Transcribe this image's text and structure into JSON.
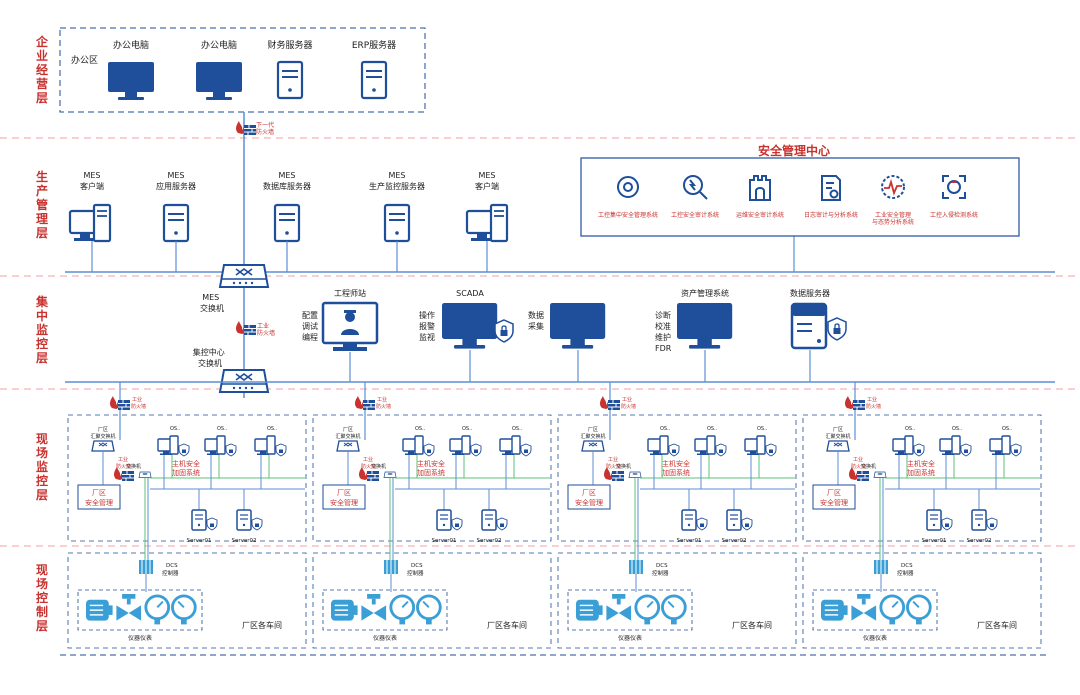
{
  "layers": [
    "企业经营层",
    "生产管理层",
    "集中监控层",
    "现场监控层",
    "现场控制层"
  ],
  "enterprise": {
    "office_label": "办公区",
    "devices": [
      "办公电脑",
      "办公电脑",
      "财务服务器",
      "ERP服务器"
    ],
    "firewall_label": "下一代防火墙"
  },
  "production": {
    "devices": [
      {
        "line1": "MES",
        "line2": "客户端"
      },
      {
        "line1": "MES",
        "line2": "应用服务器"
      },
      {
        "line1": "MES",
        "line2": "数据库服务器"
      },
      {
        "line1": "MES",
        "line2": "生产监控服务器"
      },
      {
        "line1": "MES",
        "line2": "客户端"
      }
    ]
  },
  "security_center": {
    "title": "安全管理中心",
    "items": [
      {
        "line1": "工控集中安全管理系统",
        "line2": ""
      },
      {
        "line1": "工控安全审计系统",
        "line2": ""
      },
      {
        "line1": "运维安全审计系统",
        "line2": ""
      },
      {
        "line1": "日志审计与分析系统",
        "line2": ""
      },
      {
        "line1": "工业安全管理",
        "line2": "与态势分析系统"
      },
      {
        "line1": "工控入侵检测系统",
        "line2": ""
      }
    ]
  },
  "monitoring": {
    "mes_switch": {
      "line1": "MES",
      "line2": "交换机"
    },
    "central_switch": {
      "line1": "集控中心",
      "line2": "交换机"
    },
    "industrial_firewall": "工业防火墙",
    "engineer": {
      "title": "工程师站",
      "tasks": [
        "配置",
        "调试",
        "编程"
      ]
    },
    "scada": {
      "title": "SCADA",
      "tasks": [
        "操作",
        "报警",
        "监视"
      ]
    },
    "data_collect": {
      "tasks": [
        "数据",
        "采集"
      ]
    },
    "asset": {
      "title": "资产管理系统",
      "tasks": [
        "诊断",
        "校准",
        "维护",
        "FDR"
      ]
    },
    "data_server": {
      "title": "数据服务器"
    }
  },
  "site": {
    "aggregation_switch": {
      "line1": "厂区",
      "line2": "汇聚交换机"
    },
    "industrial_firewall": {
      "line1": "工业",
      "line2": "防火墙"
    },
    "switch": "交换机",
    "os_label": "OS..",
    "host_security": {
      "line1": "主机安全",
      "line2": "加固系统"
    },
    "site_security": {
      "line1": "厂区",
      "line2": "安全管理"
    },
    "servers": [
      "Server01",
      "Server02"
    ],
    "dcs": {
      "line1": "DCS",
      "line2": "控制器"
    },
    "instruments": "仪器仪表",
    "workshop": "厂区各车间"
  },
  "colors": {
    "primary": "#1f4e9a",
    "accent": "#c8322f",
    "instrument": "#3a9fd6",
    "bus": "#5b8ed6",
    "green": "#5cc27a"
  }
}
